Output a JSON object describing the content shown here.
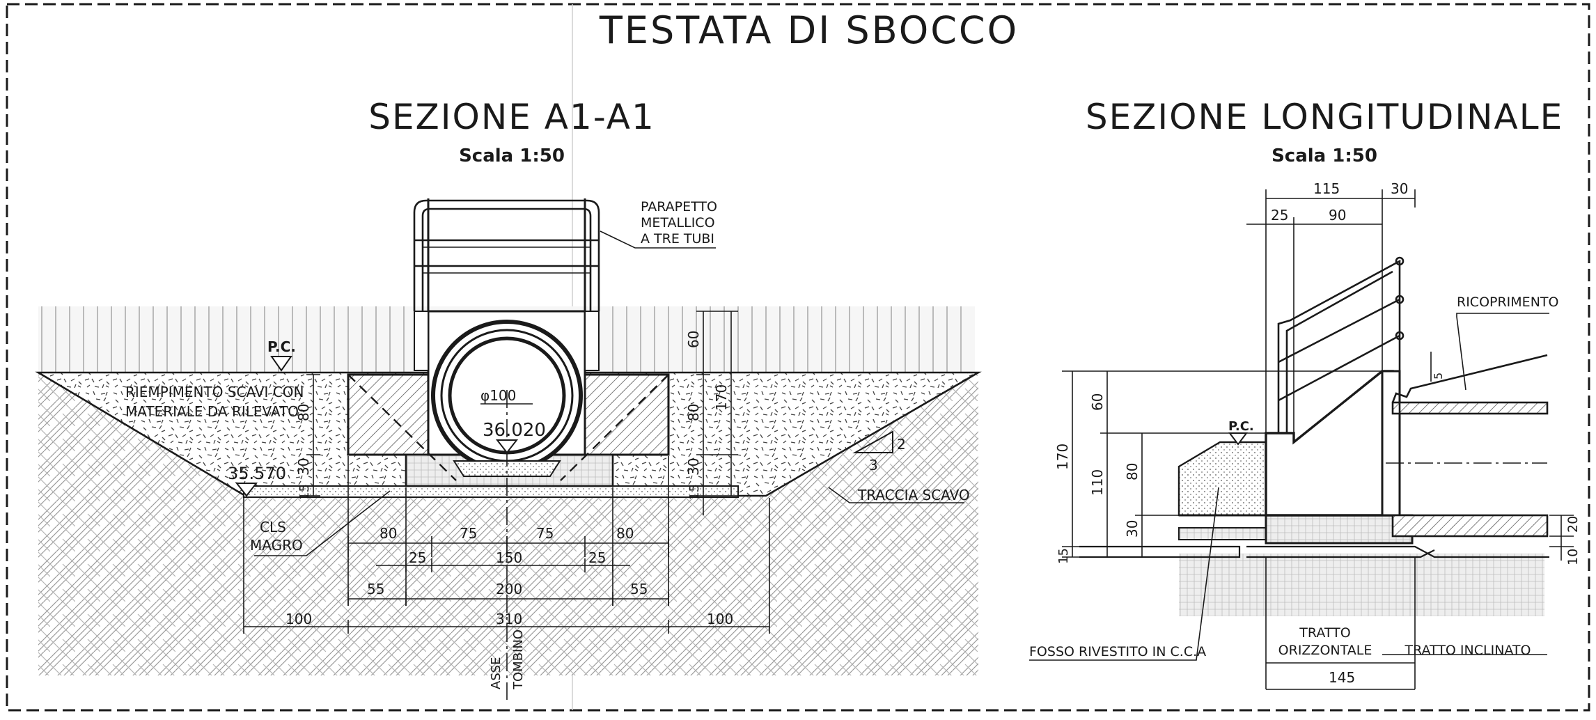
{
  "drawing": {
    "main_title": "TESTATA DI SBOCCO"
  },
  "section_a": {
    "title": "SEZIONE A1-A1",
    "scale": "Scala 1:50",
    "labels": {
      "parapetto_1": "PARAPETTO",
      "parapetto_2": "METALLICO",
      "parapetto_3": "A TRE TUBI",
      "pc": "P.C.",
      "riempimento_1": "RIEMPIMENTO SCAVI CON",
      "riempimento_2": "MATERIALE DA RILEVATO",
      "diameter": "φ100",
      "level_pipe": "36.020",
      "level_left": "35.570",
      "traccia": "TRACCIA SCAVO",
      "cls_1": "CLS",
      "cls_2": "MAGRO",
      "asse_1": "ASSE",
      "asse_2": "TOMBINO",
      "slope_v": "2",
      "slope_h": "3"
    },
    "dims": {
      "v60": "60",
      "v170": "170",
      "v80r": "80",
      "v30r": "30",
      "v15r": "15",
      "v80l": "80",
      "v30l": "30",
      "v15l": "15",
      "h80a": "80",
      "h75a": "75",
      "h75b": "75",
      "h80b": "80",
      "h25a": "25",
      "h150": "150",
      "h25b": "25",
      "h55a": "55",
      "h200": "200",
      "h55b": "55",
      "h100a": "100",
      "h310": "310",
      "h100b": "100"
    }
  },
  "section_l": {
    "title": "SEZIONE LONGITUDINALE",
    "scale": "Scala 1:50",
    "labels": {
      "ricoprimento": "RICOPRIMENTO",
      "pc": "P.C.",
      "fosso": "FOSSO RIVESTITO IN C.C.A",
      "tratto_orizz_1": "TRATTO",
      "tratto_orizz_2": "ORIZZONTALE",
      "tratto_incl": "TRATTO INCLINATO"
    },
    "dims": {
      "h115": "115",
      "h30": "30",
      "h25": "25",
      "h90": "90",
      "h145": "145",
      "v60": "60",
      "v170": "170",
      "v110": "110",
      "v80": "80",
      "v30": "30",
      "v15": "15",
      "v5": "5",
      "v20": "20",
      "v10": "10"
    }
  }
}
